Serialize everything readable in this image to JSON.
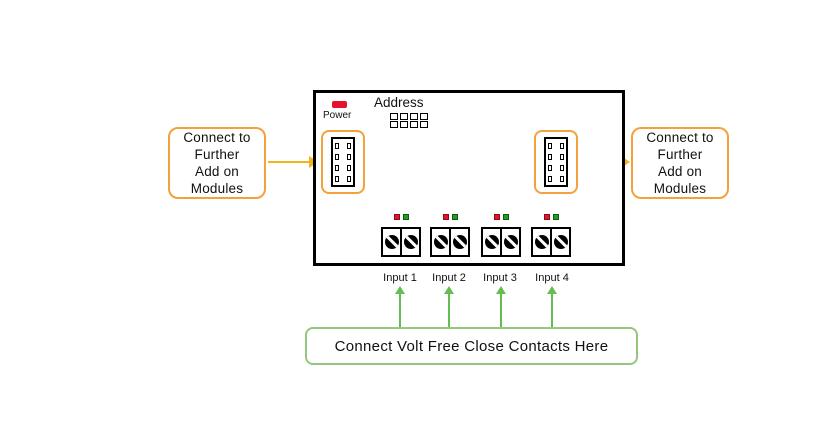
{
  "board": {
    "power_label": "Power",
    "address_label": "Address"
  },
  "left_note": {
    "lines": [
      "Connect to",
      "Further",
      "Add on",
      "Modules"
    ]
  },
  "right_note": {
    "lines": [
      "Connect to",
      "Further",
      "Add on",
      "Modules"
    ]
  },
  "inputs": [
    {
      "label": "Input 1"
    },
    {
      "label": "Input 2"
    },
    {
      "label": "Input 3"
    },
    {
      "label": "Input 4"
    }
  ],
  "bottom_note": {
    "text": "Connect Volt Free Close Contacts Here"
  },
  "colors": {
    "board_border": "#000000",
    "power_led": "#E8112D",
    "orange_note_border": "#F2A13C",
    "yellow_arrow": "#F2B41C",
    "green_note_border": "#94C77D",
    "green_arrow": "#63BE4F",
    "led_red": "#E8112D",
    "led_green": "#259B24"
  }
}
